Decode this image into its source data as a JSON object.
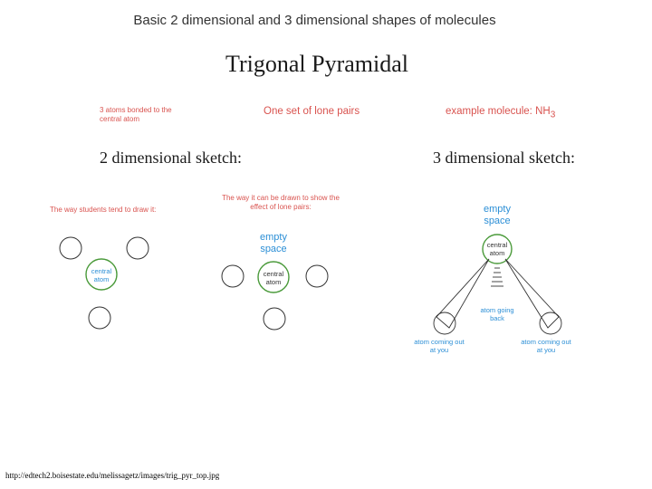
{
  "header": "Basic 2 dimensional and 3 dimensional shapes of molecules",
  "title": "Trigonal Pyramidal",
  "info": {
    "atoms_bonded": "3 atoms bonded to the central atom",
    "lone_pairs": "One set of lone pairs",
    "example_molecule": "example molecule: NH",
    "example_subscript": "3"
  },
  "sketch_2d": {
    "label": "2 dimensional sketch:",
    "students_caption": "The way students tend to draw it:",
    "effect_caption": "The way it can be drawn to show the effect of lone pairs:",
    "central_label": "central atom",
    "empty_label": "empty space"
  },
  "sketch_3d": {
    "label": "3 dimensional sketch:",
    "empty_label": "empty space",
    "central_label": "central atom",
    "back_label": "atom going back",
    "left_label": "atom coming out at you",
    "right_label": "atom coming out at you"
  },
  "footer": "http://edtech2.boisestate.edu/melissagetz/images/trig_pyr_top.jpg",
  "colors": {
    "red": "#d9534f",
    "blue": "#2c8fd6",
    "circle_stroke": "#333333"
  }
}
